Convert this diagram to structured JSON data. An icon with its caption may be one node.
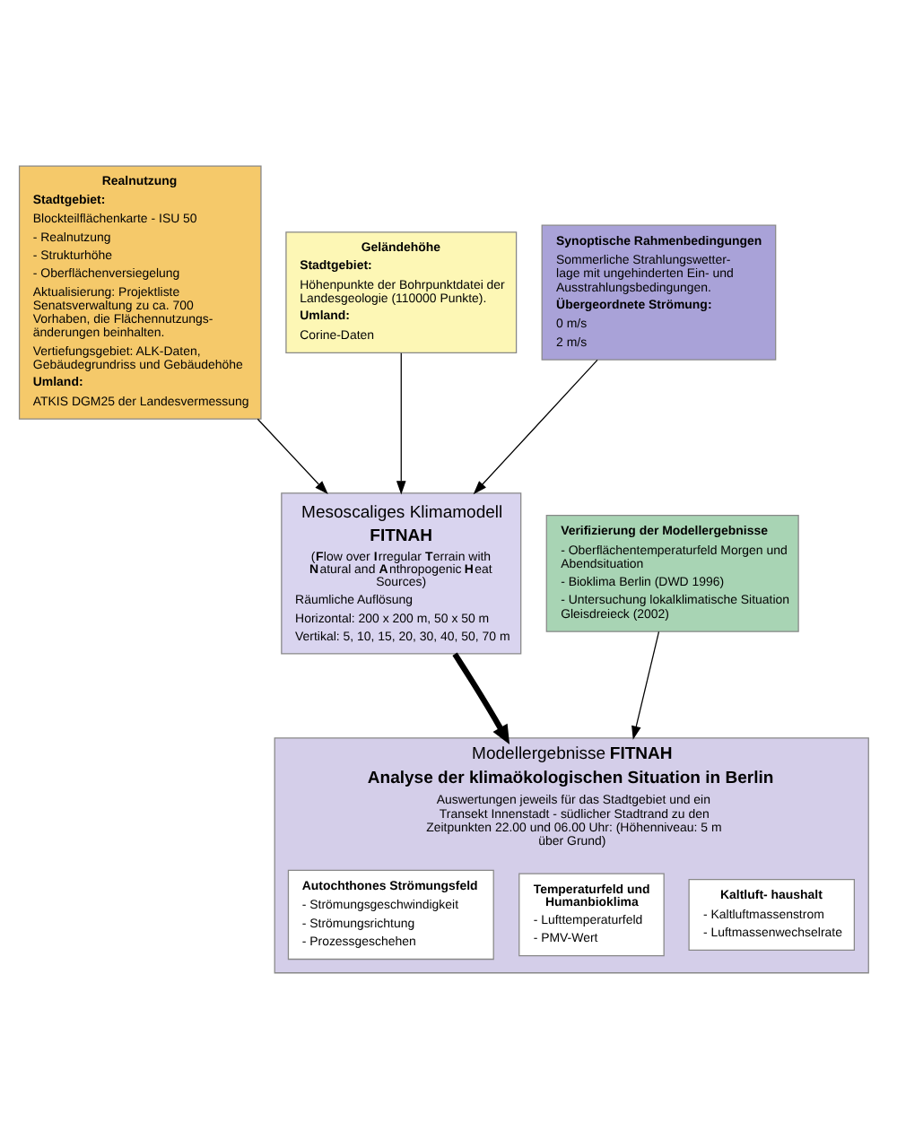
{
  "diagram": {
    "nodes": [
      {
        "text": [
          "Realnutzung",
          "Stadtgebiet:",
          "Blockteilflächenkarte - ISU 50",
          "- Realnutzung",
          "- Strukturhöhe",
          "- Oberflächenversiegelung",
          "Aktualisierung: Projektliste Senatsverwaltung zu ca. 700 Vorhaben, die Flächennutzungs- änderungen beinhalten.",
          "Vertiefungsgebiet: ALK-Daten, Gebäudegrundriss und Gebäudehöhe",
          "Umland:",
          "ATKIS DGM25 der Landesvermessung"
        ]
      },
      {
        "text": [
          "Geländehöhe",
          "Stadtgebiet:",
          "Höhenpunkte der Bohrpunktdatei der Landesgeologie (110000 Punkte).",
          "Umland:",
          "Corine-Daten"
        ]
      },
      {
        "text": [
          "Synoptische Rahmenbedingungen",
          "Sommerliche Strahlungswetter- lage mit ungehinderten Ein- und Ausstrahlungsbedingungen.",
          "Übergeordnete Strömung:",
          "0 m/s",
          "2 m/s"
        ]
      },
      {
        "text": [
          "Mesoscaliges Klimamodell",
          "FITNAH",
          "(**F**low over **I**rregular **T**errain with **N**atural and **A**nthropogenic **H**eat Sources)",
          "Räumliche Auflösung",
          "Horizontal: 200 x 200 m, 50 x 50 m",
          "Vertikal: 5, 10, 15, 20, 30, 40, 50, 70 m"
        ]
      },
      {
        "text": [
          "Verifizierung der Modellergebnisse",
          "- Oberflächentemperaturfeld Morgen und Abendsituation",
          "- Bioklima Berlin (DWD 1996)",
          "- Untersuchung lokalklimatische Situation Gleisdreieck (2002)"
        ]
      },
      {
        "text": [
          "Modellergebnisse **FITNAH**",
          "Analyse der klimaökologischen Situation in Berlin",
          "Auswertungen jeweils für das Stadtgebiet und ein Transekt Innenstadt - südlicher Stadtrand zu den Zeitpunkten 22.00 und 06.00 Uhr: (Höhenniveau: 5 m über Grund)"
        ]
      },
      {
        "text": [
          "Autochthones Strömungsfeld",
          "- Strömungsgeschwindigkeit",
          "- Strömungsrichtung",
          "- Prozessgeschehen"
        ],
        "in": 5
      },
      {
        "text": [
          "Temperaturfeld und Humanbioklima",
          "- Lufttemperaturfeld",
          "- PMV-Wert"
        ],
        "in": 5
      },
      {
        "text": [
          "Kaltluft- haushalt",
          "- Kaltluftmassenstrom",
          "- Luftmassenwechselrate"
        ],
        "in": 5
      }
    ],
    "edges": [
      {
        "from": 0,
        "to": 3,
        "arrow": "to"
      },
      {
        "from": 1,
        "to": 3,
        "arrow": "to"
      },
      {
        "from": 2,
        "to": 3,
        "arrow": "to"
      },
      {
        "from": 3,
        "to": 5,
        "arrow": "to",
        "style": "thick"
      },
      {
        "from": 4,
        "to": 5,
        "arrow": "to"
      }
    ]
  }
}
